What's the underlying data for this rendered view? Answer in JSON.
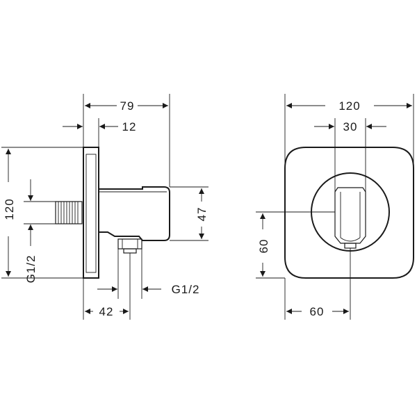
{
  "dimensions": {
    "side_depth": "79",
    "plate_thickness": "12",
    "side_height": "120",
    "inlet_thread": "G1/2",
    "body_height": "47",
    "outlet_offset": "42",
    "outlet_thread": "G1/2",
    "front_width": "120",
    "holder_width": "30",
    "center_height": "60",
    "center_width": "60"
  },
  "colors": {
    "line": "#1a1a1a",
    "background": "#ffffff"
  }
}
